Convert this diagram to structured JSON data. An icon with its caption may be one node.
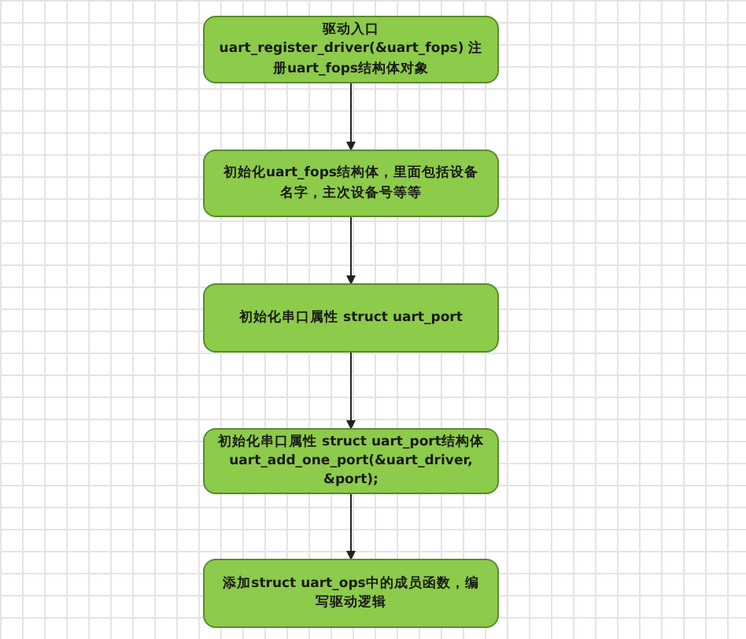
{
  "diagram": {
    "nodes": [
      {
        "text": [
          "驱动入口  uart_register_driver(&uart_fops) 注册uart_fops结构体对象"
        ]
      },
      {
        "text": [
          "初始化uart_fops结构体，里面包括设备名字，主次设备号等等"
        ]
      },
      {
        "text": [
          "初始化串口属性  struct uart_port"
        ]
      },
      {
        "text": [
          "初始化串口属性  struct uart_port结构体 uart_add_one_port(&uart_driver, &port);"
        ]
      },
      {
        "text": [
          "添加struct uart_ops中的成员函数，编写驱动逻辑"
        ]
      }
    ],
    "edges": [
      {
        "from": 0,
        "to": 1,
        "arrow": "to"
      },
      {
        "from": 1,
        "to": 2,
        "arrow": "to"
      },
      {
        "from": 2,
        "to": 3,
        "arrow": "to"
      },
      {
        "from": 3,
        "to": 4,
        "arrow": "to"
      }
    ]
  }
}
